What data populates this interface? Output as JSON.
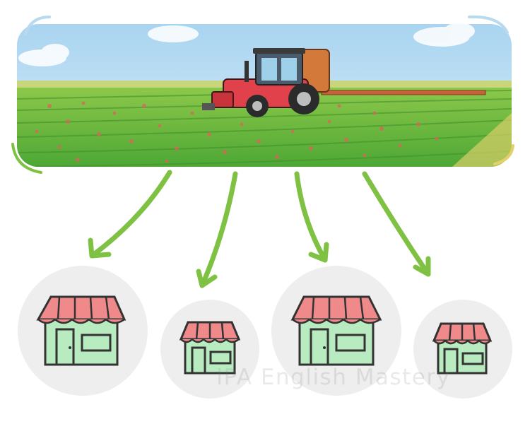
{
  "scene": {
    "subject": "tractor spreading fertilizer on a field, arrows pointing down to four shops",
    "icons": [
      "field-scene-icon",
      "tractor-icon",
      "arrow-down-icon",
      "shop-icon"
    ],
    "colors": {
      "sky": "#b8dcf2",
      "field": "#5cb43a",
      "field_dark": "#3f8f2a",
      "tractor": "#e0414a",
      "arrow": "#7fc243",
      "awning": "#f08a8a",
      "shop_wall": "#b8ecc0",
      "outline": "#333333",
      "circle": "#eeeeee"
    },
    "shop_count": 4
  },
  "watermark": {
    "text": "IPA English Mastery"
  }
}
